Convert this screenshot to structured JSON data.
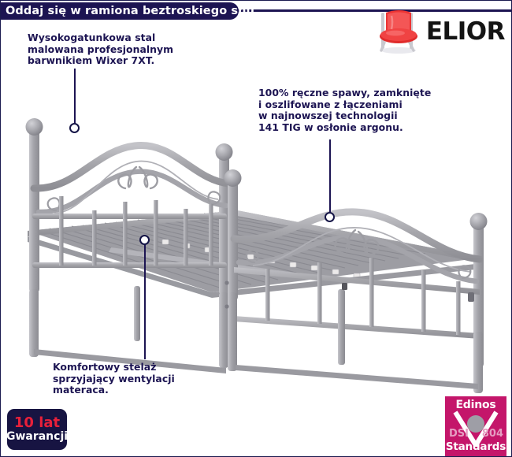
{
  "header": {
    "title": "Oddaj się w ramiona beztroskiego snu"
  },
  "logo": {
    "wordmark": "ELIOR",
    "icon": "red-chair-icon"
  },
  "callouts": [
    {
      "id": "steel",
      "text": "Wysokogatunkowa stal\nmalowana profesjonalnym\nbarwnikiem Wixer 7XT."
    },
    {
      "id": "welds",
      "text": "100% ręczne spawy, zamknięte\ni oszlifowane z łączeniami\nw najnowszej technologii\n141 TIG w osłonie argonu."
    },
    {
      "id": "slats",
      "text": "Komfortowy stelaż\nsprzyjający wentylacji\nmateraca."
    }
  ],
  "badges": {
    "warranty": {
      "years": "10 lat",
      "label": "Gwarancji"
    },
    "edinos": {
      "name": "Edinos",
      "dsi": "DSI",
      "number": "804",
      "standards": "Standards"
    }
  },
  "product": {
    "name": "metal-bed-frame",
    "frame_color": "#a8a8ac"
  },
  "colors": {
    "navy": "#1c1452",
    "red": "#e8203a",
    "magenta": "#c4166a",
    "frame_gray": "#a8a8ac"
  }
}
